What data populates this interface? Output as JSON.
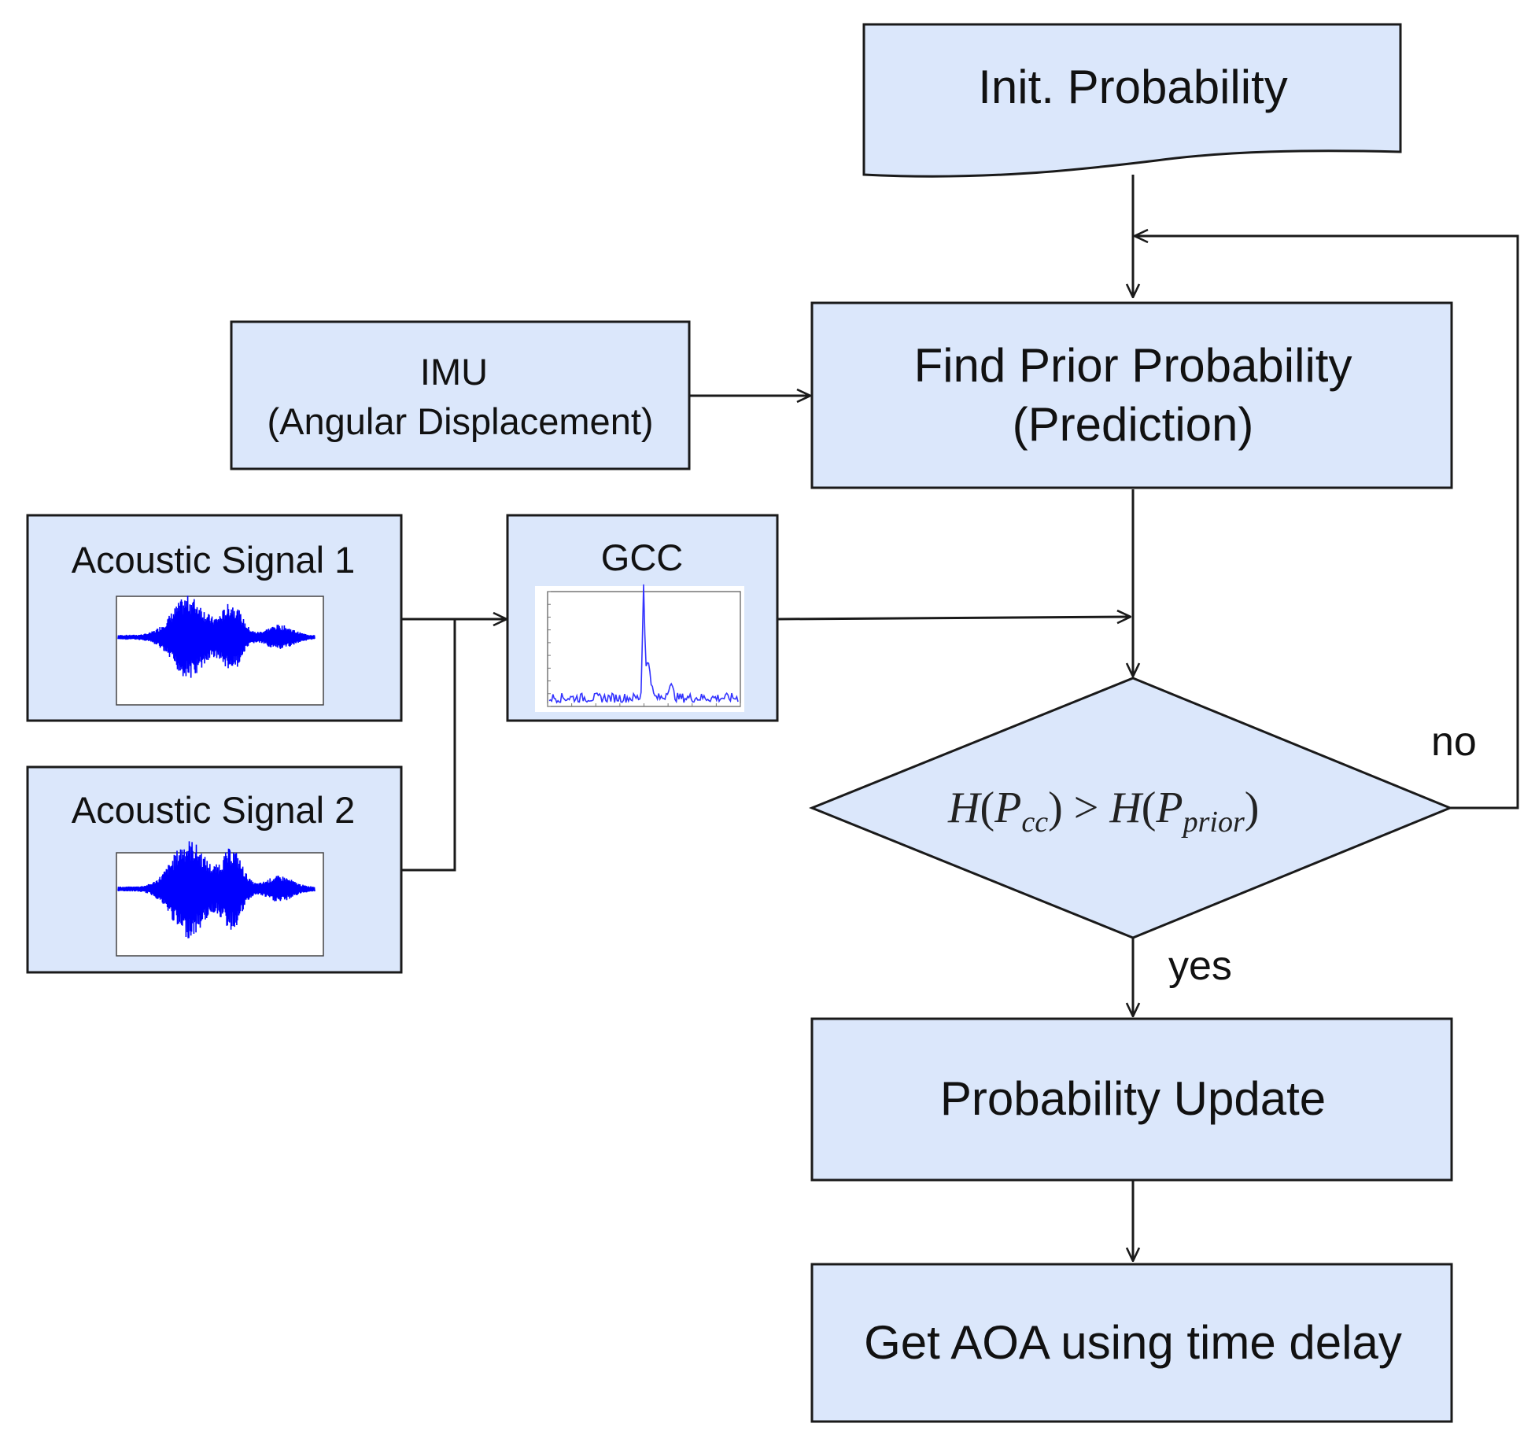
{
  "nodes": {
    "init": {
      "label": "Init. Probability"
    },
    "imu": {
      "line1": "IMU",
      "line2": "(Angular Displacement)"
    },
    "prior": {
      "line1": "Find Prior Probability",
      "line2": "(Prediction)"
    },
    "signal1": {
      "label": "Acoustic Signal 1"
    },
    "signal2": {
      "label": "Acoustic Signal 2"
    },
    "gcc": {
      "label": "GCC"
    },
    "decision": {
      "h1": "H",
      "p1": "P",
      "s1": "cc",
      "gt": ">",
      "h2": "H",
      "p2": "P",
      "s2": "prior"
    },
    "update": {
      "label": "Probability Update"
    },
    "aoa": {
      "label": "Get AOA using time delay"
    }
  },
  "edges": {
    "no": "no",
    "yes": "yes"
  },
  "colors": {
    "box_fill": "#dbe7fb",
    "stroke": "#1a1a1a",
    "wave": "#0000ff",
    "gcc_line": "#3333ff"
  }
}
